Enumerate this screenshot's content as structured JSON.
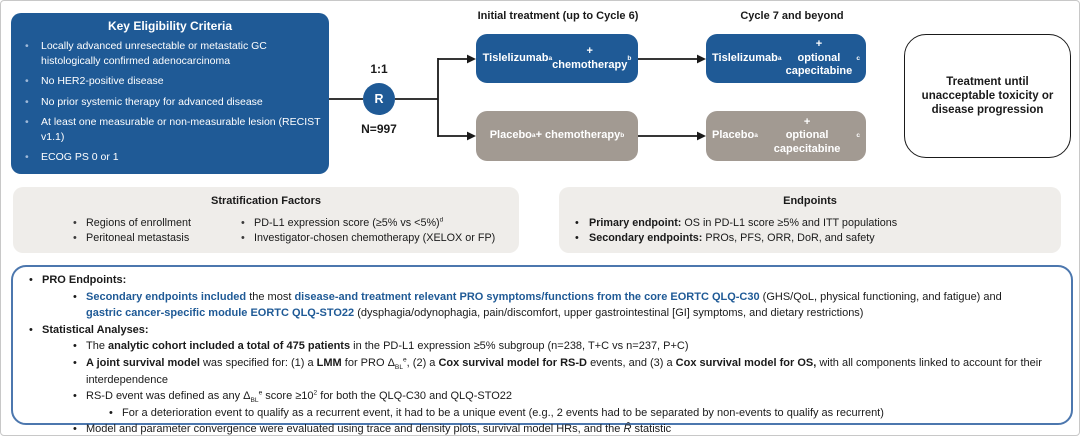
{
  "colors": {
    "primary_blue": "#1F5A96",
    "arm_gray": "#A29A92",
    "panel_gray": "#EFEDEA",
    "notes_border_blue": "#4C77AE",
    "bullet_light_blue": "#9FB9D9",
    "text_black": "#1A1A1A",
    "white": "#FFFFFF"
  },
  "eligibility": {
    "title": "Key Eligibility Criteria",
    "items": [
      "Locally advanced unresectable or metastatic GC histologically confirmed adenocarcinoma",
      "No HER2-positive disease",
      "No prior systemic therapy for advanced disease",
      "At least one measurable or non-measurable lesion (RECIST v1.1)",
      "ECOG PS 0 or 1"
    ]
  },
  "randomization": {
    "ratio": "1:1",
    "r": "R",
    "n": "N=997"
  },
  "columns": {
    "initial": "Initial treatment (up to Cycle 6)",
    "cycle7": "Cycle 7 and beyond"
  },
  "arms": {
    "tis_chemo": [
      "Tislelizumab^a^ +",
      "chemotherapy^b^"
    ],
    "placebo_chemo": [
      "Placebo^a^ + chemotherapy^b^"
    ],
    "tis_cape": [
      "Tislelizumab^a^ +",
      "optional capecitabine^c^"
    ],
    "placebo_cape": [
      "Placebo^a^ +",
      "optional capecitabine^c^"
    ]
  },
  "continuation": {
    "text": "Treatment until unacceptable toxicity or disease progression"
  },
  "stratification": {
    "title": "Stratification Factors",
    "col1": [
      "Regions of enrollment",
      "Peritoneal metastasis"
    ],
    "col2": [
      "PD-L1 expression score (≥5% vs <5%)^d^",
      "Investigator-chosen chemotherapy (XELOX or FP)"
    ]
  },
  "endpoints": {
    "title": "Endpoints",
    "lines": [
      [
        {
          "t": "Primary endpoint:",
          "b": true
        },
        {
          "t": " OS in PD-L1 score ≥5% and ITT populations"
        }
      ],
      [
        {
          "t": "Secondary endpoints:",
          "b": true
        },
        {
          "t": " PROs, PFS, ORR, DoR, and safety"
        }
      ]
    ]
  },
  "notes": {
    "lines": [
      {
        "seg": [
          {
            "t": "PRO Endpoints:",
            "b": true
          }
        ]
      },
      {
        "seg": [
          {
            "t": "Secondary endpoints included ",
            "b": true,
            "c": true
          },
          {
            "t": "the most "
          },
          {
            "t": "disease-and treatment relevant PRO symptoms/functions from the core EORTC QLQ-C30 ",
            "b": true,
            "c": true
          },
          {
            "t": "(GHS/QoL, physical functioning, and fatigue) and "
          },
          {
            "t": "gastric cancer-specific module EORTC QLQ-STO22 ",
            "b": true,
            "c": true,
            "br": true
          },
          {
            "t": "(dysphagia/odynophagia, pain/discomfort, upper gastrointestinal [GI] symptoms, and dietary restrictions)"
          }
        ]
      },
      {
        "seg": [
          {
            "t": "Statistical Analyses:",
            "b": true
          }
        ]
      },
      {
        "seg": [
          {
            "t": "The "
          },
          {
            "t": "analytic cohort included a total of 475 patients ",
            "b": true
          },
          {
            "t": "in the PD-L1 expression ≥5% subgroup (n=238, T+C vs n=237, P+C)"
          }
        ]
      },
      {
        "seg": [
          {
            "t": "A joint survival model ",
            "b": true
          },
          {
            "t": "was specified for: (1) a "
          },
          {
            "t": "LMM ",
            "b": true
          },
          {
            "t": "for PRO Δ~BL~^e^, (2) a "
          },
          {
            "t": "Cox survival model for RS-D ",
            "b": true
          },
          {
            "t": "events, and (3) a "
          },
          {
            "t": "Cox survival model for OS, ",
            "b": true
          },
          {
            "t": "with all components linked to account for their interdependence"
          }
        ]
      },
      {
        "seg": [
          {
            "t": "RS-D event was defined as any Δ~BL~^e^ score ≥10^2^ for both the QLQ-C30 and QLQ-STO22"
          }
        ]
      },
      {
        "seg": [
          {
            "t": "For a deterioration event to qualify as a recurrent event, it had to be a unique event (e.g., 2 events had to be separated by non-events to qualify as recurrent)"
          }
        ]
      },
      {
        "seg": [
          {
            "t": "Model and parameter convergence were evaluated using trace and density plots, survival model HRs, and the "
          },
          {
            "t": "R̂",
            "i": true
          },
          {
            "t": " statistic"
          }
        ]
      }
    ]
  }
}
